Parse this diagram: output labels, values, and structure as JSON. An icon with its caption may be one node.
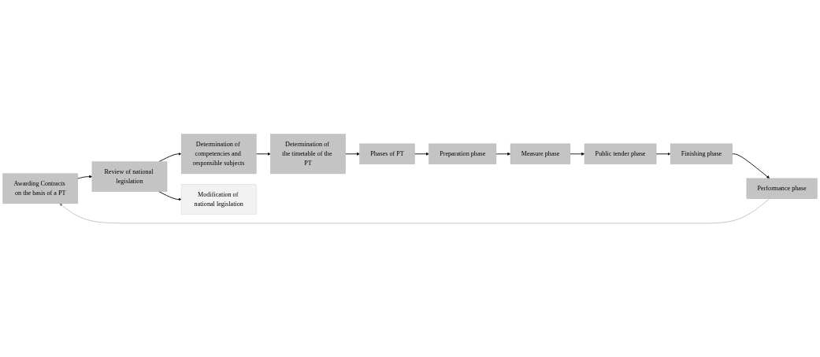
{
  "diagram": {
    "nodes": [
      {
        "text": [
          "Awarding Contracts on the basis of a PT"
        ]
      },
      {
        "text": [
          "Review of national legislation"
        ]
      },
      {
        "text": [
          "Determination of competencies and responsible subjects"
        ]
      },
      {
        "text": [
          "Determination of the timetable of the PT"
        ]
      },
      {
        "text": [
          "Performance phase"
        ]
      },
      {
        "text": [
          "Modification of national legislation"
        ]
      },
      {
        "text": [
          "Phases of PT"
        ]
      },
      {
        "text": [
          "Finishing phase"
        ]
      },
      {
        "text": [
          "Public tender phase"
        ]
      },
      {
        "text": [
          "Measure phase"
        ]
      },
      {
        "text": [
          "Preparation phase"
        ]
      }
    ],
    "edges": [
      {
        "from": 0,
        "to": 1,
        "arrow": "to"
      },
      {
        "from": 1,
        "to": 2,
        "arrow": "to"
      },
      {
        "from": 2,
        "to": 3,
        "arrow": "to"
      },
      {
        "from": 3,
        "to": 6,
        "arrow": "to"
      },
      {
        "from": 1,
        "to": 5,
        "arrow": "to"
      },
      {
        "from": 6,
        "to": 10,
        "arrow": "to"
      },
      {
        "from": 10,
        "to": 9,
        "arrow": "to"
      },
      {
        "from": 9,
        "to": 8,
        "arrow": "to"
      },
      {
        "from": 8,
        "to": 7,
        "arrow": "to"
      },
      {
        "from": 7,
        "to": 4,
        "arrow": "to"
      },
      {
        "from": 4,
        "to": 0,
        "arrow": "to",
        "color": "#7f7f7f"
      }
    ]
  }
}
